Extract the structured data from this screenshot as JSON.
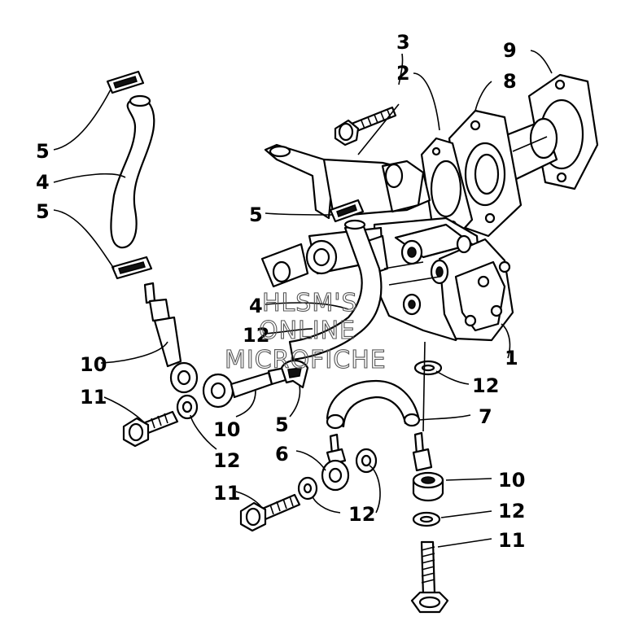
{
  "callouts": [
    {
      "id": "c3",
      "text": "3"
    },
    {
      "id": "c9",
      "text": "9"
    },
    {
      "id": "c2",
      "text": "2"
    },
    {
      "id": "c8",
      "text": "8"
    },
    {
      "id": "c5a",
      "text": "5"
    },
    {
      "id": "c4a",
      "text": "4"
    },
    {
      "id": "c5b",
      "text": "5"
    },
    {
      "id": "c5c",
      "text": "5"
    },
    {
      "id": "c4b",
      "text": "4"
    },
    {
      "id": "c12a",
      "text": "12"
    },
    {
      "id": "c10a",
      "text": "10"
    },
    {
      "id": "c1",
      "text": "1"
    },
    {
      "id": "c12b",
      "text": "12"
    },
    {
      "id": "c11a",
      "text": "11"
    },
    {
      "id": "c7",
      "text": "7"
    },
    {
      "id": "c10b",
      "text": "10"
    },
    {
      "id": "c5d",
      "text": "5"
    },
    {
      "id": "c12c",
      "text": "12"
    },
    {
      "id": "c6",
      "text": "6"
    },
    {
      "id": "c10c",
      "text": "10"
    },
    {
      "id": "c11b",
      "text": "11"
    },
    {
      "id": "c12d",
      "text": "12"
    },
    {
      "id": "c12e",
      "text": "12"
    },
    {
      "id": "c11c",
      "text": "11"
    }
  ],
  "watermark": {
    "line1": "HLSM'S",
    "line2": "ONLINE",
    "line3": "MICROFICHE"
  }
}
